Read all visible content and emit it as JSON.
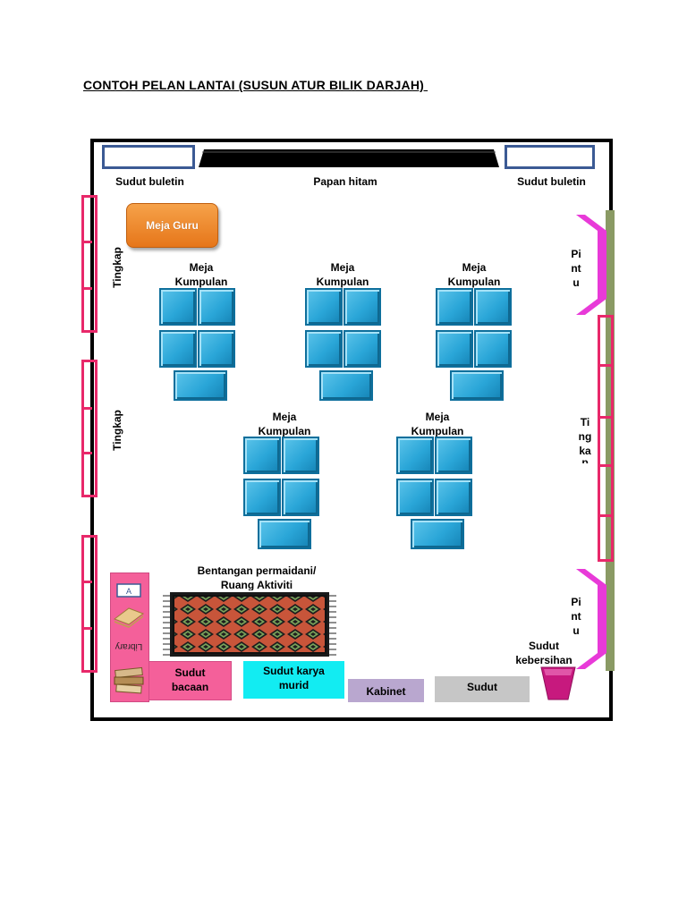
{
  "title": "CONTOH PELAN LANTAI (SUSUN ATUR BILIK DARJAH) ",
  "labels": {
    "sudut_buletin_left": "Sudut buletin",
    "papan_hitam": "Papan hitam",
    "sudut_buletin_right": "Sudut buletin",
    "meja_guru": "Meja Guru",
    "tingkap_left_1": "Tingkap",
    "tingkap_left_2": "Tingkap",
    "tingkap_right": [
      "Ti",
      "ng",
      "ka",
      "p"
    ],
    "pintu_top": [
      "Pi",
      "nt",
      "u"
    ],
    "pintu_bottom": [
      "Pi",
      "nt",
      "u"
    ],
    "meja_kumpulan": [
      "Meja",
      "Kumpulan"
    ],
    "bentangan": [
      "Bentangan permaidani/",
      "Ruang Aktiviti"
    ],
    "sudut_kebersihan": [
      "Sudut",
      "kebersihan"
    ],
    "sudut_bacaan": [
      "Sudut",
      "bacaan"
    ],
    "sudut_karya": [
      "Sudut karya",
      "murid"
    ],
    "kabinet": "Kabinet",
    "sudut_last": "Sudut",
    "library": "Library"
  },
  "colors": {
    "window": "#e8286a",
    "door": "#e83ad8",
    "desk": "#2aa6d8",
    "meja_guru": "#f08a2c",
    "bacaan": "#f4609a",
    "karya": "#12ecf2",
    "kabinet": "#b9a7cf",
    "sudut_grey": "#c6c6c6",
    "bin": "#c7197e"
  },
  "icons": [
    "library-book-icon",
    "book-stack-icon",
    "carpet-icon",
    "rubbish-bin-icon"
  ]
}
